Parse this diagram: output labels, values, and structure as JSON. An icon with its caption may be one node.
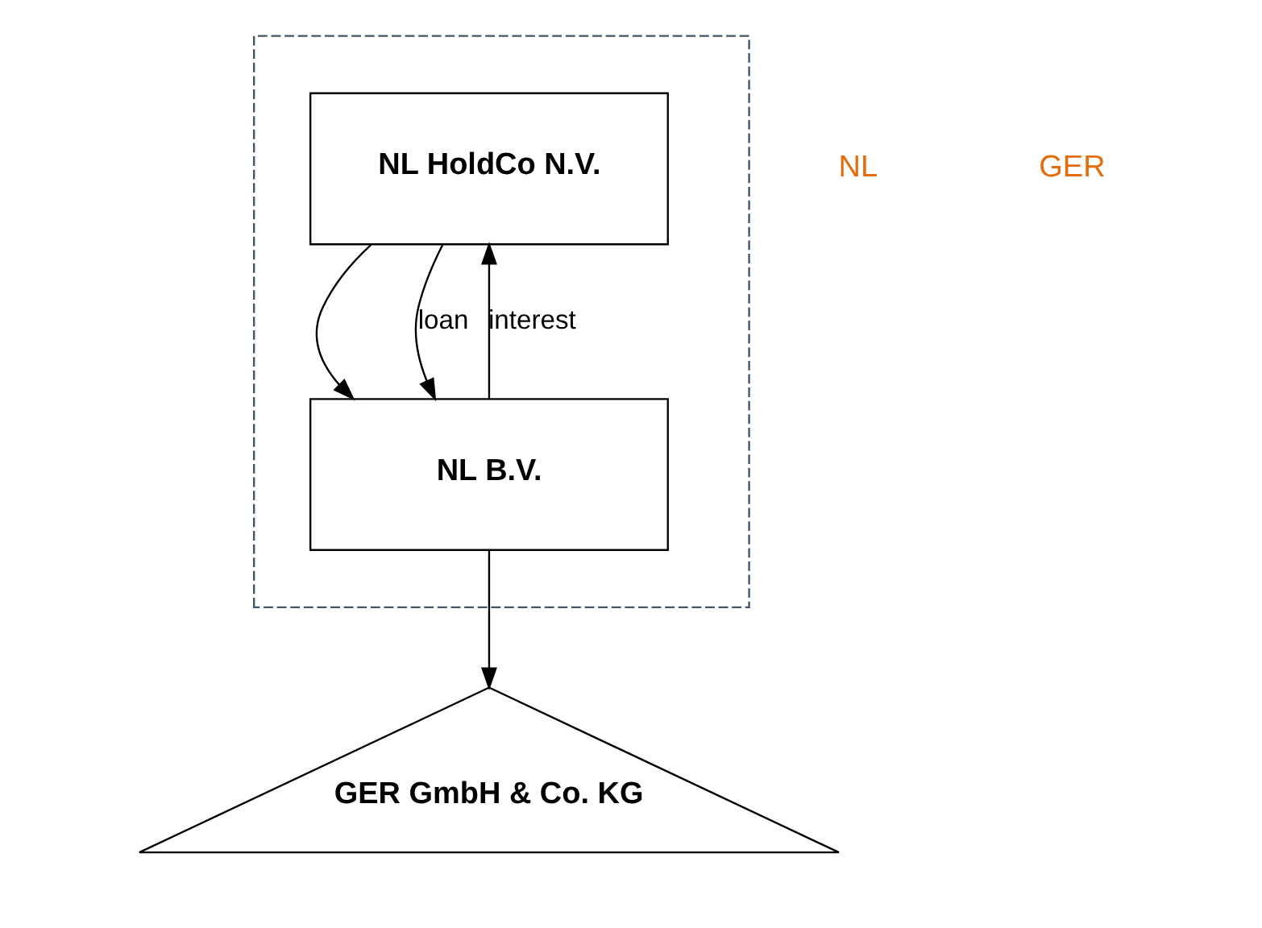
{
  "diagram": {
    "nodes": [
      {
        "text": [],
        "shape": "box"
      },
      {
        "text": [
          "NL HoldCo N.V."
        ],
        "in": 0
      },
      {
        "text": [
          "NL B.V."
        ],
        "in": 0
      },
      {
        "text": [
          "GER GmbH & Co. KG"
        ]
      }
    ],
    "edges": [
      {
        "from": 1,
        "to": 2,
        "arrow": "to"
      },
      {
        "from": 1,
        "to": 2,
        "arrow": "to",
        "label": "loan"
      },
      {
        "from": 2,
        "to": 1,
        "arrow": "to",
        "label": "interest"
      },
      {
        "from": 2,
        "to": 3,
        "arrow": "to"
      }
    ],
    "labels": [
      "NL",
      "GER"
    ]
  }
}
